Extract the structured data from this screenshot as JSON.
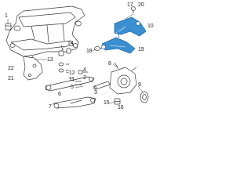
{
  "colors": {
    "line": "#3a3a3a",
    "part_fill": "#ffffff",
    "highlight": "#3b8fd0",
    "highlight_dark": "#1f6aa8",
    "text": "#222222"
  },
  "callouts": {
    "c17": "17",
    "c20": "20",
    "c10": "10",
    "c18": "18",
    "c19": "19",
    "c22": "22",
    "c21": "21",
    "c1": "1",
    "c14": "14",
    "c13": "13",
    "c12": "12",
    "c11": "11",
    "c4": "4",
    "c2": "2",
    "c5": "5",
    "c3": "3",
    "c6": "6",
    "c7": "7",
    "c8": "8",
    "c9": "9",
    "c15": "15",
    "c16": "16"
  }
}
